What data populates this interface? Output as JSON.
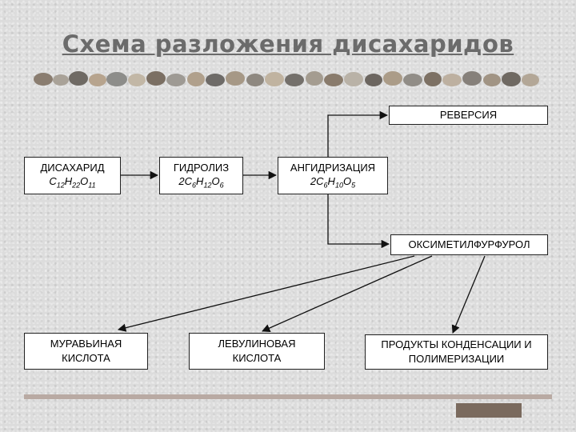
{
  "title": "Схема разложения дисахаридов",
  "nodes": {
    "disaccharide": {
      "label": "ДИСАХАРИД",
      "formula": [
        [
          "C",
          "12"
        ],
        [
          "H",
          "22"
        ],
        [
          "O",
          "11"
        ]
      ]
    },
    "hydrolysis": {
      "label": "ГИДРОЛИЗ",
      "prefix": "2",
      "formula": [
        [
          "C",
          "6"
        ],
        [
          "H",
          "12"
        ],
        [
          "O",
          "6"
        ]
      ]
    },
    "anhydrization": {
      "label": "АНГИДРИЗАЦИЯ",
      "prefix": "2",
      "formula": [
        [
          "C",
          "6"
        ],
        [
          "H",
          "10"
        ],
        [
          "O",
          "5"
        ]
      ]
    },
    "reversion": {
      "label": "РЕВЕРСИЯ"
    },
    "hmf": {
      "label": "ОКСИМЕТИЛФУРФУРОЛ"
    },
    "formic_acid": {
      "line1": "МУРАВЬИНАЯ",
      "line2": "КИСЛОТА"
    },
    "levulinic_acid": {
      "line1": "ЛЕВУЛИНОВАЯ",
      "line2": "КИСЛОТА"
    },
    "condensation": {
      "line1": "ПРОДУКТЫ КОНДЕНСАЦИИ И",
      "line2": "ПОЛИМЕРИЗАЦИИ"
    }
  }
}
